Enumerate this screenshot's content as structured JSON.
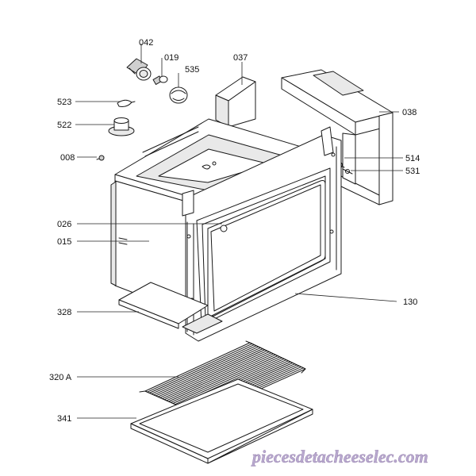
{
  "callouts": [
    {
      "id": "042",
      "label": "042"
    },
    {
      "id": "019",
      "label": "019"
    },
    {
      "id": "535",
      "label": "535"
    },
    {
      "id": "037",
      "label": "037"
    },
    {
      "id": "523",
      "label": "523"
    },
    {
      "id": "522",
      "label": "522"
    },
    {
      "id": "038",
      "label": "038"
    },
    {
      "id": "008",
      "label": "008"
    },
    {
      "id": "514",
      "label": "514"
    },
    {
      "id": "531",
      "label": "531"
    },
    {
      "id": "026",
      "label": "026"
    },
    {
      "id": "015",
      "label": "015"
    },
    {
      "id": "328",
      "label": "328"
    },
    {
      "id": "130",
      "label": "130"
    },
    {
      "id": "320A",
      "label": "320 A"
    },
    {
      "id": "341",
      "label": "341"
    }
  ],
  "watermark": "piecesdetacheeselec.com"
}
